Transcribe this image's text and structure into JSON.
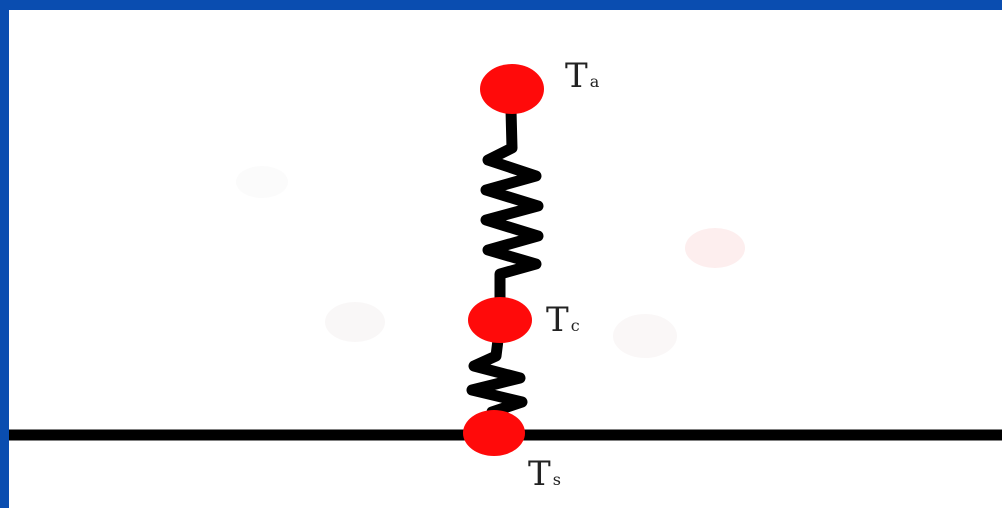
{
  "colors": {
    "border": "#0a4db0",
    "background": "#ffffff",
    "node": "#ff0a0a",
    "line": "#000000"
  },
  "nodes": [
    {
      "id": "a",
      "main": "T",
      "sub": "a"
    },
    {
      "id": "c",
      "main": "T",
      "sub": "c"
    },
    {
      "id": "s",
      "main": "T",
      "sub": "s"
    }
  ],
  "components": [
    {
      "id": "spring-upper",
      "type": "spring",
      "connects": [
        "a",
        "c"
      ]
    },
    {
      "id": "spring-lower",
      "type": "spring",
      "connects": [
        "c",
        "s"
      ]
    },
    {
      "id": "ground-line",
      "type": "line"
    }
  ]
}
